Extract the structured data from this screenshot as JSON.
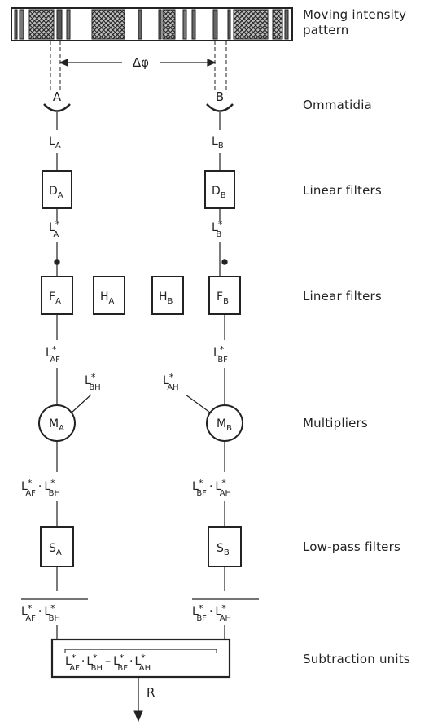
{
  "stages": {
    "pattern_line1": "Moving intensity",
    "pattern_line2": "pattern",
    "ommatidia": "Ommatidia",
    "linear_filters_1": "Linear filters",
    "linear_filters_2": "Linear filters",
    "multipliers": "Multipliers",
    "low_pass": "Low-pass filters",
    "subtraction": "Subtraction units"
  },
  "receptors": {
    "a": "A",
    "b": "B"
  },
  "angle_label": "Δφ",
  "signals": {
    "la": {
      "base": "L",
      "sub": "A"
    },
    "lb": {
      "base": "L",
      "sub": "B"
    },
    "la_star": {
      "base": "L",
      "star": "*",
      "sub": "A"
    },
    "lb_star": {
      "base": "L",
      "star": "*",
      "sub": "B"
    },
    "laf": {
      "base": "L",
      "star": "*",
      "sub": "AF"
    },
    "lbf": {
      "base": "L",
      "star": "*",
      "sub": "BF"
    },
    "lbh": {
      "base": "L",
      "star": "*",
      "sub": "BH"
    },
    "lah": {
      "base": "L",
      "star": "*",
      "sub": "AH"
    }
  },
  "boxes": {
    "da": {
      "base": "D",
      "sub": "A"
    },
    "db": {
      "base": "D",
      "sub": "B"
    },
    "fa": {
      "base": "F",
      "sub": "A"
    },
    "ha": {
      "base": "H",
      "sub": "A"
    },
    "hb": {
      "base": "H",
      "sub": "B"
    },
    "fb": {
      "base": "F",
      "sub": "B"
    },
    "ma": {
      "base": "M",
      "sub": "A"
    },
    "mb": {
      "base": "M",
      "sub": "B"
    },
    "sa": {
      "base": "S",
      "sub": "A"
    },
    "sb": {
      "base": "S",
      "sub": "B"
    }
  },
  "operators": {
    "dot": "·",
    "minus": "–"
  },
  "output": "R"
}
